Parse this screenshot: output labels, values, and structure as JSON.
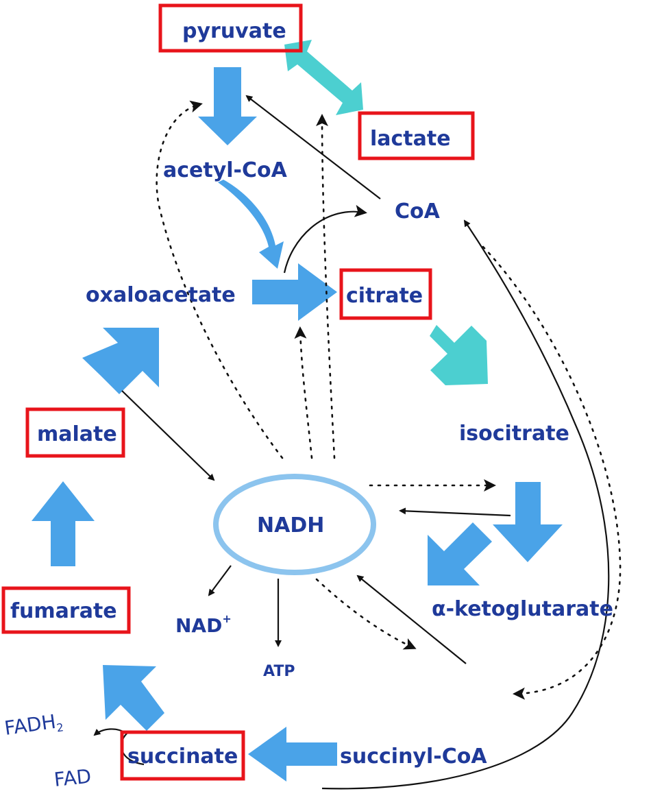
{
  "colors": {
    "arrow_main": "#4aa3e8",
    "arrow_teal": "#4ccfd0",
    "highlight_box": "#e8141b",
    "label_text": "#1f3a9a",
    "nadh_ring": "#8cc4ee"
  },
  "metabolites": {
    "pyruvate": "pyruvate",
    "lactate": "lactate",
    "acetyl_coa": "acetyl-CoA",
    "coa": "CoA",
    "oxaloacetate": "oxaloacetate",
    "citrate": "citrate",
    "isocitrate": "isocitrate",
    "malate": "malate",
    "nadh": "NADH",
    "alpha_ketoglutarate": "α-ketoglutarate",
    "fumarate": "fumarate",
    "nad_plus": "NAD",
    "nad_plus_sup": "+",
    "atp": "ATP",
    "succinyl_coa": "succinyl-CoA",
    "succinate": "succinate",
    "fadh2": "FADH",
    "fadh2_sub": "2",
    "fad": "FAD"
  },
  "highlighted": [
    "pyruvate",
    "lactate",
    "citrate",
    "malate",
    "fumarate",
    "succinate"
  ]
}
